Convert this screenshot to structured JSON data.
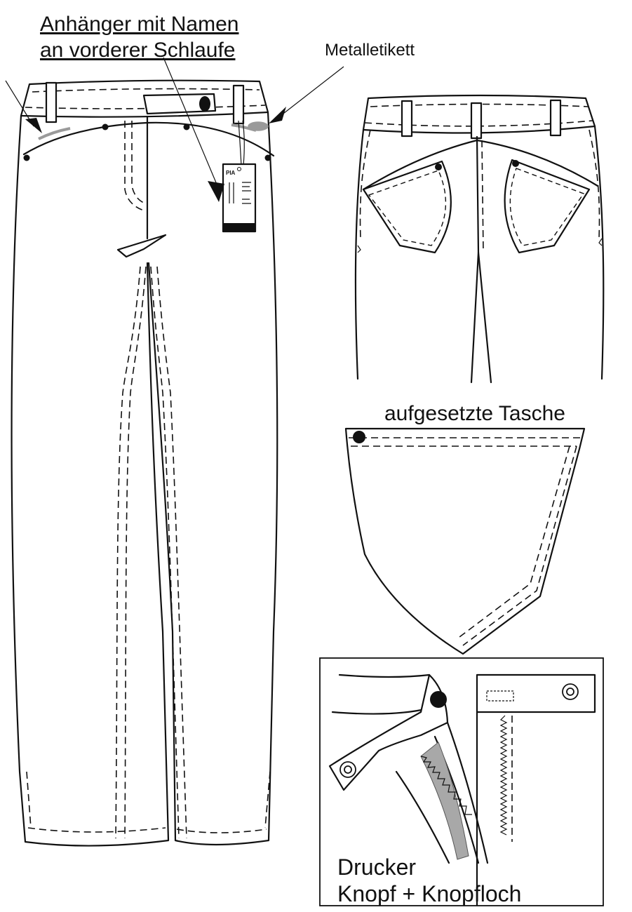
{
  "labels": {
    "tag_line1": "Anhänger mit Namen",
    "tag_line2": "an vorderer Schlaufe",
    "metal_label": "Metalletikett",
    "patch_pocket": "aufgesetzte Tasche",
    "detail_line1": "Drucker",
    "detail_line2": "Knopf + Knopfloch"
  },
  "hangtag": {
    "brand": "PIA"
  },
  "colors": {
    "line": "#111111",
    "accent_gray": "#9a9a9a",
    "background": "#ffffff"
  }
}
